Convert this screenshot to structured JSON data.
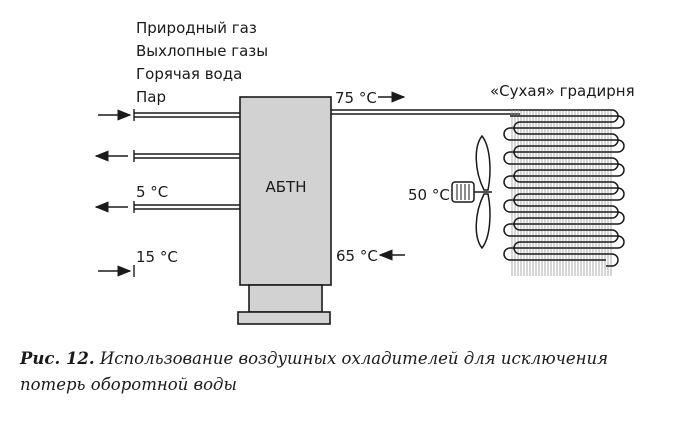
{
  "inputs": [
    "Природный газ",
    "Выхлопные газы",
    "Горячая вода",
    "Пар"
  ],
  "unit_label": "АБТН",
  "temps": {
    "hot_out": "75 °C",
    "chilled": "5 °C",
    "chilled_return": "15 °C",
    "fan": "50 °C",
    "return": "65 °C"
  },
  "cooler_label": "«Сухая» градирня",
  "caption": {
    "number": "Рис. 12.",
    "text": "Использование воздушных охладителей для исключения потерь оборотной воды"
  },
  "colors": {
    "line": "#1a1a1a",
    "unit_fill": "#d2d2d2",
    "fin": "#bdbdbd"
  }
}
